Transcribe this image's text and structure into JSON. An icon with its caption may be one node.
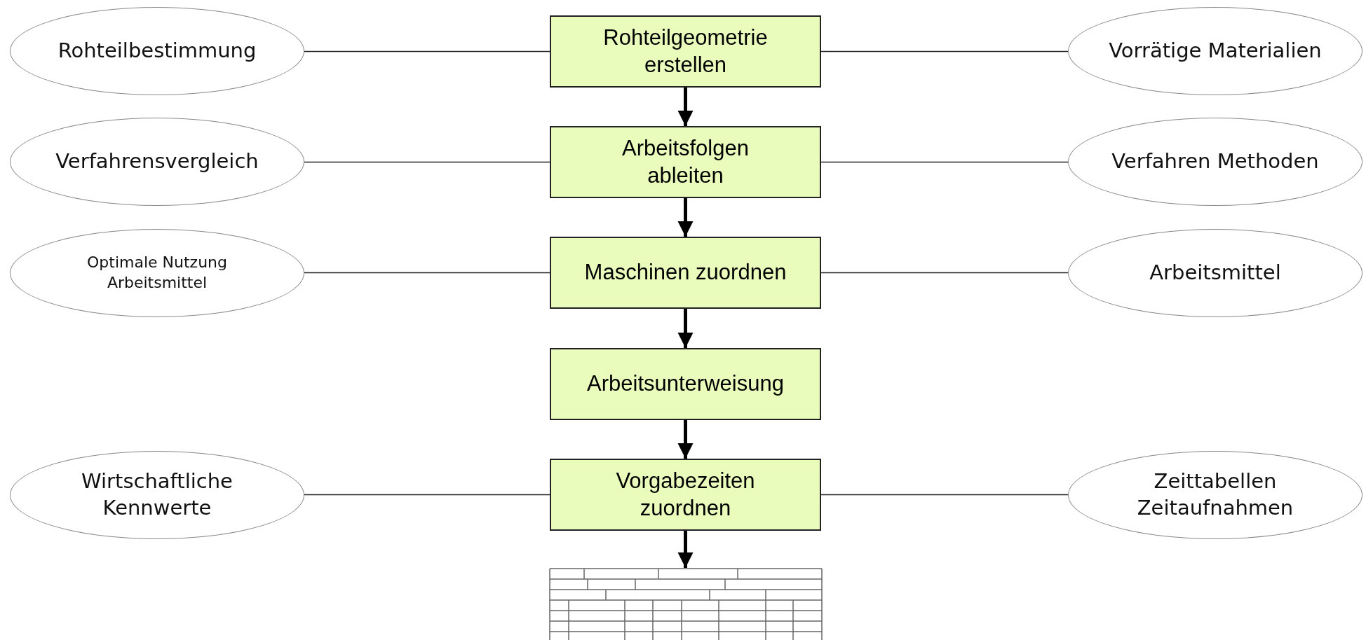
{
  "diagram": {
    "nodes": [
      {
        "text": [
          "Rohteilbestimmung"
        ]
      },
      {
        "text": [
          "Rohteilgeometrie erstellen"
        ]
      },
      {
        "text": [
          "Vorrätige Materialien"
        ]
      },
      {
        "text": [
          "Verfahrensvergleich"
        ]
      },
      {
        "text": [
          "Arbeitsfolgen ableiten"
        ]
      },
      {
        "text": [
          "Verfahren Methoden"
        ]
      },
      {
        "text": [
          "Optimale Nutzung Arbeitsmittel"
        ]
      },
      {
        "text": [
          "Maschinen zuordnen"
        ]
      },
      {
        "text": [
          "Arbeitsmittel"
        ]
      },
      {
        "text": [
          "Arbeitsunterweisung"
        ]
      },
      {
        "text": [
          "Wirtschaftliche Kennwerte"
        ]
      },
      {
        "text": [
          "Vorgabezeiten zuordnen"
        ]
      },
      {
        "text": [
          "Zeittabellen Zeitaufnahmen"
        ]
      },
      {
        "text": [],
        "shape": "table"
      }
    ],
    "edges": [
      {
        "from": 0,
        "to": 1,
        "arrow": "none"
      },
      {
        "from": 1,
        "to": 2,
        "arrow": "none"
      },
      {
        "from": 1,
        "to": 4,
        "arrow": "to",
        "style": "thick"
      },
      {
        "from": 3,
        "to": 4,
        "arrow": "none"
      },
      {
        "from": 4,
        "to": 5,
        "arrow": "none"
      },
      {
        "from": 4,
        "to": 7,
        "arrow": "to",
        "style": "thick"
      },
      {
        "from": 6,
        "to": 7,
        "arrow": "none"
      },
      {
        "from": 7,
        "to": 8,
        "arrow": "none"
      },
      {
        "from": 7,
        "to": 9,
        "arrow": "to",
        "style": "thick"
      },
      {
        "from": 9,
        "to": 11,
        "arrow": "to",
        "style": "thick"
      },
      {
        "from": 10,
        "to": 11,
        "arrow": "none"
      },
      {
        "from": 11,
        "to": 12,
        "arrow": "none"
      },
      {
        "from": 11,
        "to": 13,
        "arrow": "to",
        "style": "thick"
      }
    ]
  }
}
